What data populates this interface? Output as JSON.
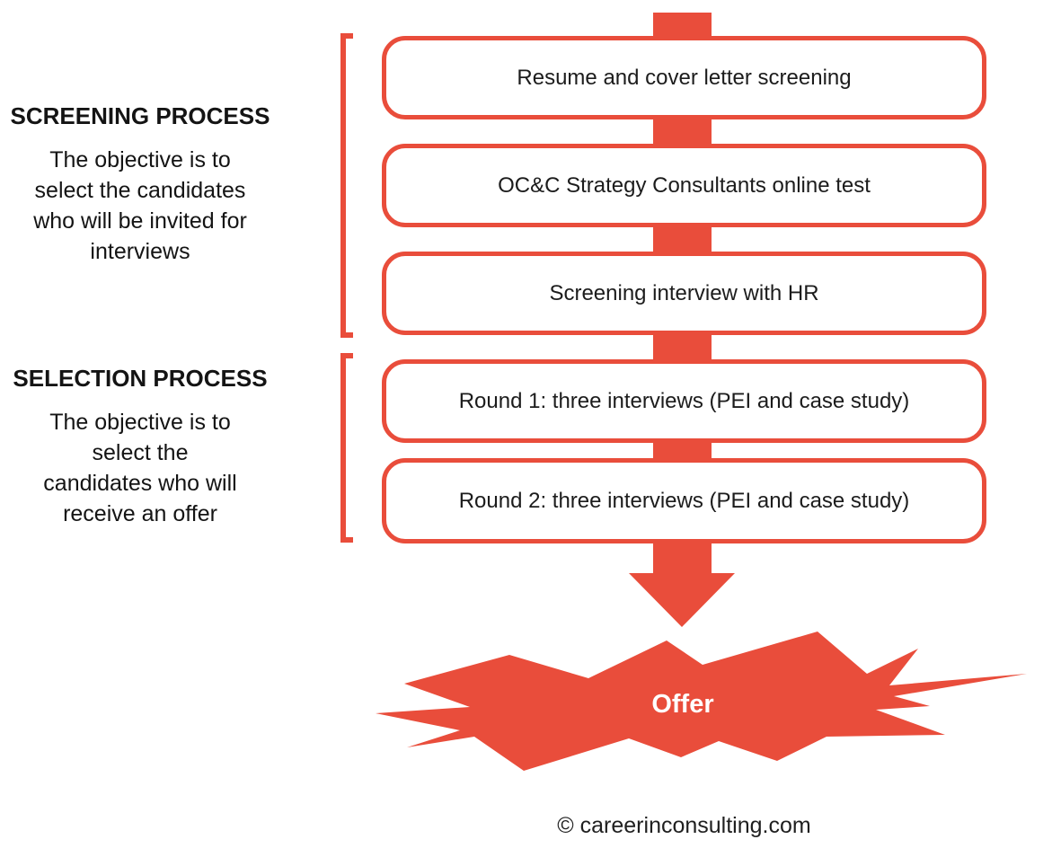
{
  "palette": {
    "accent": "#E94D3B",
    "ink": "#1A1A1A",
    "box_background": "#FFFFFF",
    "offer_text": "#FFFFFF"
  },
  "sidebar": {
    "sections": [
      {
        "title": "SCREENING PROCESS",
        "description": "The objective is to\nselect the candidates\nwho will be invited for\ninterviews"
      },
      {
        "title": "SELECTION PROCESS",
        "description": "The objective is to\nselect the\ncandidates who will\nreceive an offer"
      }
    ]
  },
  "flow": {
    "steps": [
      {
        "label": "Resume and cover letter screening"
      },
      {
        "label": "OC&C Strategy Consultants online test"
      },
      {
        "label": "Screening interview with HR"
      },
      {
        "label": "Round 1: three interviews (PEI and case study)"
      },
      {
        "label": "Round 2: three interviews (PEI and case study)"
      }
    ],
    "result_label": "Offer"
  },
  "footer": {
    "credit": "© careerinconsulting.com"
  }
}
